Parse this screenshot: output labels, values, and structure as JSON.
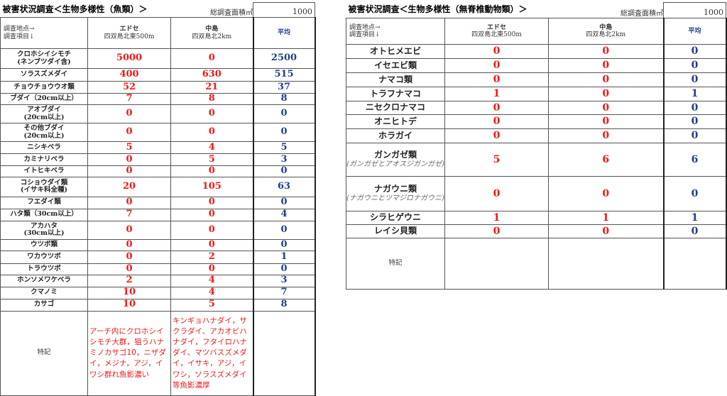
{
  "fish": {
    "title": "被害状況調査＜生物多様性（魚類）＞",
    "area_label": "総調査面積㎡",
    "area_value": "1000",
    "corner_top": "調査地点→",
    "corner_bottom": "調査項目↓",
    "sites": [
      {
        "name": "エドセ",
        "loc": "四双島北東500m"
      },
      {
        "name": "中島",
        "loc": "四双島北2km"
      }
    ],
    "avg_label": "平均",
    "rows": [
      {
        "name": "クロホシイシモチ",
        "sub": "(ネンブツダイ含)",
        "a": "5000",
        "b": "0",
        "avg": "2500"
      },
      {
        "name": "ソラスズメダイ",
        "a": "400",
        "b": "630",
        "avg": "515"
      },
      {
        "name": "チョウチョウウオ類",
        "a": "52",
        "b": "21",
        "avg": "37"
      },
      {
        "name": "ブダイ（20cm以上）",
        "a": "7",
        "b": "8",
        "avg": "8"
      },
      {
        "name": "アオブダイ",
        "sub": "(20cm以上)",
        "a": "0",
        "b": "0",
        "avg": "0"
      },
      {
        "name": "その他ブダイ",
        "sub": "(20cm以上)",
        "a": "0",
        "b": "0",
        "avg": "0"
      },
      {
        "name": "ニシキベラ",
        "a": "5",
        "b": "4",
        "avg": "5"
      },
      {
        "name": "カミナリベラ",
        "a": "0",
        "b": "5",
        "avg": "3"
      },
      {
        "name": "イトヒキベラ",
        "a": "0",
        "b": "0",
        "avg": "0"
      },
      {
        "name": "コショウダイ類",
        "sub": "(イサキ科全種)",
        "a": "20",
        "b": "105",
        "avg": "63"
      },
      {
        "name": "フエダイ類",
        "a": "0",
        "b": "0",
        "avg": "0"
      },
      {
        "name": "ハタ類（30cm以上）",
        "a": "7",
        "b": "0",
        "avg": "4"
      },
      {
        "name": "アカハタ",
        "sub": "(30cm以上)",
        "a": "0",
        "b": "0",
        "avg": "0"
      },
      {
        "name": "ウツボ類",
        "a": "0",
        "b": "0",
        "avg": "0"
      },
      {
        "name": "ワカウツボ",
        "a": "0",
        "b": "2",
        "avg": "1"
      },
      {
        "name": "トラウツボ",
        "a": "0",
        "b": "0",
        "avg": "0"
      },
      {
        "name": "ホンソメワケベラ",
        "a": "2",
        "b": "4",
        "avg": "3"
      },
      {
        "name": "クマノミ",
        "a": "10",
        "b": "4",
        "avg": "7"
      },
      {
        "name": "カサゴ",
        "a": "10",
        "b": "5",
        "avg": "8"
      }
    ],
    "note_label": "特記",
    "note_a": "アーチ内にクロホシイシモチ大群，狙うハナミノカサゴ10，ニザダイ，メジナ，アジ，イワシ群れ魚影濃い",
    "note_b": "キンギョハナダイ，サクラダイ、アカオビハナダイ，フタイロハナダイ、マツバスズメダイ，イサキ，アジ，イワシ，ソラスズメダイ等魚影濃厚"
  },
  "inv": {
    "title": "被害状況調査＜生物多様性（無脊椎動物類）＞",
    "area_label": "総調査面積㎡",
    "area_value": "1000",
    "corner_top": "調査地点→",
    "corner_bottom": "調査項目↓",
    "sites": [
      {
        "name": "エドセ",
        "loc": "四双島北東500m"
      },
      {
        "name": "中島",
        "loc": "四双島北2km"
      }
    ],
    "avg_label": "平均",
    "rows": [
      {
        "name": "オトヒメエビ",
        "a": "0",
        "b": "0",
        "avg": "0"
      },
      {
        "name": "イセエビ類",
        "a": "0",
        "b": "0",
        "avg": "0"
      },
      {
        "name": "ナマコ類",
        "a": "0",
        "b": "0",
        "avg": "0"
      },
      {
        "name": "トラフナマコ",
        "a": "1",
        "b": "0",
        "avg": "1"
      },
      {
        "name": "ニセクロナマコ",
        "a": "0",
        "b": "0",
        "avg": "0"
      },
      {
        "name": "オニヒトデ",
        "a": "0",
        "b": "0",
        "avg": "0"
      },
      {
        "name": "ホラガイ",
        "a": "0",
        "b": "0",
        "avg": "0"
      },
      {
        "name": "ガンガゼ類",
        "sub": "(ガンガゼとアオスジガンガゼ)",
        "a": "5",
        "b": "6",
        "avg": "6"
      },
      {
        "name": "ナガウニ類",
        "sub": "(ナガウニとツマジロナガウニ)",
        "a": "0",
        "b": "0",
        "avg": "0"
      },
      {
        "name": "シラヒゲウニ",
        "a": "1",
        "b": "1",
        "avg": "1"
      },
      {
        "name": "レイシ貝類",
        "a": "0",
        "b": "0",
        "avg": "0"
      }
    ],
    "note_label": "特記"
  }
}
